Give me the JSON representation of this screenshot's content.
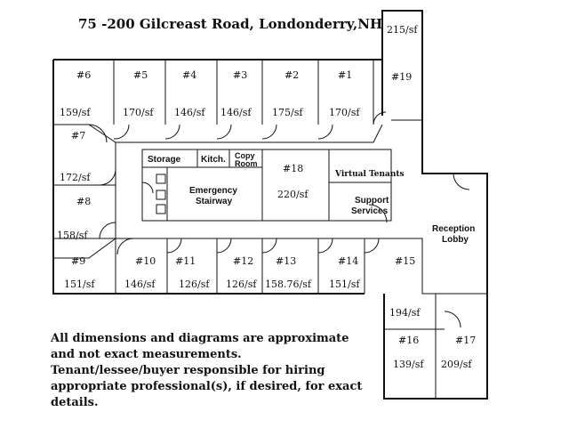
{
  "title": "75 -200 Gilcreast Road, Londonderry,NH",
  "rooms": {
    "r215": {
      "area": "215/sf"
    },
    "r19": {
      "label": "#19"
    },
    "r6": {
      "label": "#6",
      "area": "159/sf"
    },
    "r5": {
      "label": "#5",
      "area": "170/sf"
    },
    "r4": {
      "label": "#4",
      "area": "146/sf"
    },
    "r3": {
      "label": "#3",
      "area": "146/sf"
    },
    "r2": {
      "label": "#2",
      "area": "175/sf"
    },
    "r1": {
      "label": "#1",
      "area": "170/sf"
    },
    "r7": {
      "label": "#7",
      "area": "172/sf"
    },
    "r8": {
      "label": "#8",
      "area": "158/sf"
    },
    "r9": {
      "label": "#9",
      "area": "151/sf"
    },
    "r10": {
      "label": "#10",
      "area": "146/sf"
    },
    "r11": {
      "label": "#11",
      "area": "126/sf"
    },
    "r12": {
      "label": "#12",
      "area": "126/sf"
    },
    "r13": {
      "label": "#13",
      "area": "158.76/sf"
    },
    "r14": {
      "label": "#14",
      "area": "151/sf"
    },
    "r15": {
      "label": "#15",
      "area": "194/sf"
    },
    "r16": {
      "label": "#16",
      "area": "139/sf"
    },
    "r17": {
      "label": "#17",
      "area": "209/sf"
    },
    "r18": {
      "label": "#18",
      "area": "220/sf"
    }
  },
  "core": {
    "storage": "Storage",
    "kitchen": "Kitch.",
    "copy_line1": "Copy",
    "copy_line2": "Room",
    "stair_line1": "Emergency",
    "stair_line2": "Stairway",
    "virtual": "Virtual Tenants",
    "support_line1": "Support",
    "support_line2": "Services",
    "lobby_line1": "Reception",
    "lobby_line2": "Lobby"
  },
  "disclaimer": [
    "All dimensions and diagrams are approximate",
    "and not exact measurements.",
    "Tenant/lessee/buyer responsible for hiring",
    "appropriate professional(s), if desired, for exact",
    "details."
  ]
}
